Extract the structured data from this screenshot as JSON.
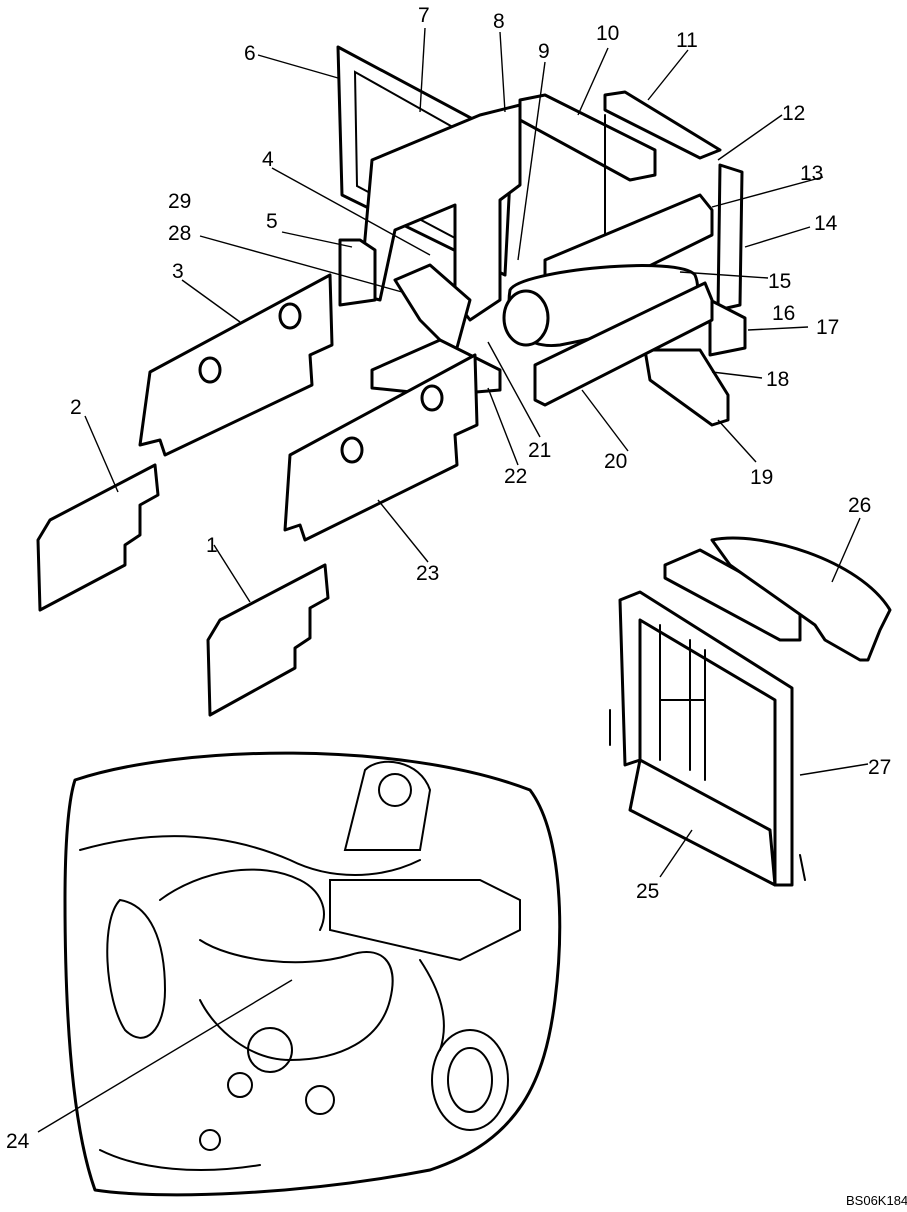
{
  "figure_code": "BS06K184",
  "callouts": [
    {
      "id": "1",
      "label": "1"
    },
    {
      "id": "2",
      "label": "2"
    },
    {
      "id": "3",
      "label": "3"
    },
    {
      "id": "4",
      "label": "4"
    },
    {
      "id": "5",
      "label": "5"
    },
    {
      "id": "6",
      "label": "6"
    },
    {
      "id": "7",
      "label": "7"
    },
    {
      "id": "8",
      "label": "8"
    },
    {
      "id": "9",
      "label": "9"
    },
    {
      "id": "10",
      "label": "10"
    },
    {
      "id": "11",
      "label": "11"
    },
    {
      "id": "12",
      "label": "12"
    },
    {
      "id": "13",
      "label": "13"
    },
    {
      "id": "14",
      "label": "14"
    },
    {
      "id": "15",
      "label": "15"
    },
    {
      "id": "16",
      "label": "16"
    },
    {
      "id": "17",
      "label": "17"
    },
    {
      "id": "18",
      "label": "18"
    },
    {
      "id": "19",
      "label": "19"
    },
    {
      "id": "20",
      "label": "20"
    },
    {
      "id": "21",
      "label": "21"
    },
    {
      "id": "22",
      "label": "22"
    },
    {
      "id": "23",
      "label": "23"
    },
    {
      "id": "24",
      "label": "24"
    },
    {
      "id": "25",
      "label": "25"
    },
    {
      "id": "26",
      "label": "26"
    },
    {
      "id": "27",
      "label": "27"
    },
    {
      "id": "28",
      "label": "28"
    },
    {
      "id": "29",
      "label": "29"
    }
  ]
}
